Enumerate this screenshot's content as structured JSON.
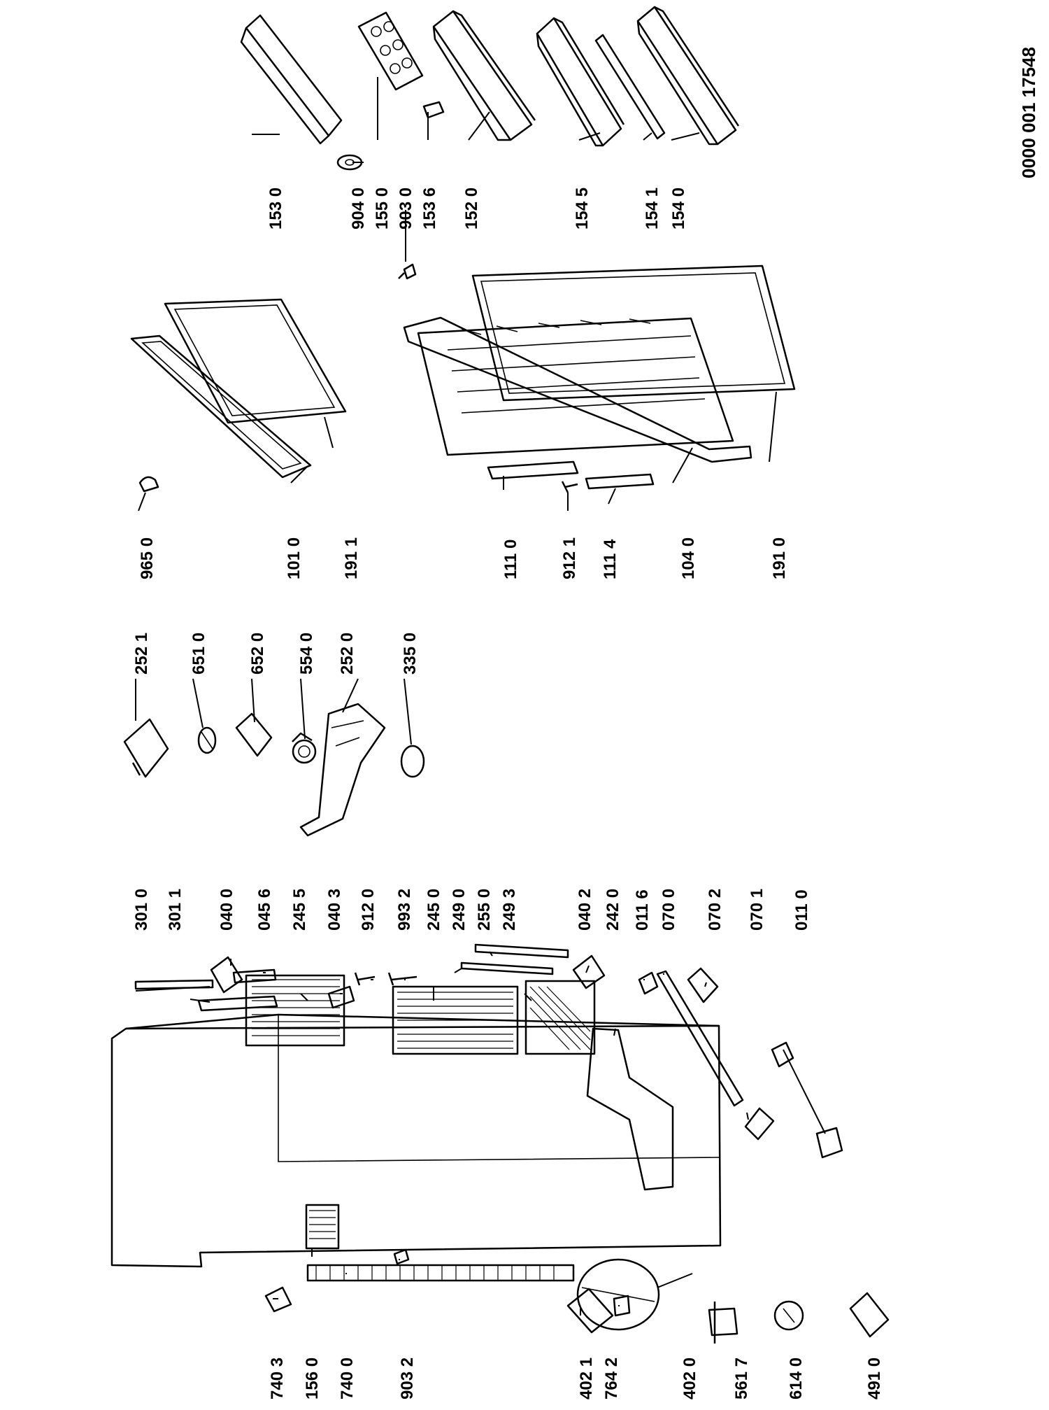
{
  "document_number": "0000 001 17548",
  "callouts": [
    {
      "id": "c-1530",
      "text": "153 0"
    },
    {
      "id": "c-9040",
      "text": "904 0"
    },
    {
      "id": "c-1550",
      "text": "155 0"
    },
    {
      "id": "c-9030",
      "text": "903 0"
    },
    {
      "id": "c-1536",
      "text": "153 6"
    },
    {
      "id": "c-1520",
      "text": "152 0"
    },
    {
      "id": "c-1545",
      "text": "154 5"
    },
    {
      "id": "c-1541",
      "text": "154 1"
    },
    {
      "id": "c-1540",
      "text": "154 0"
    },
    {
      "id": "c-9650",
      "text": "965 0"
    },
    {
      "id": "c-1010",
      "text": "101 0"
    },
    {
      "id": "c-1911",
      "text": "191 1"
    },
    {
      "id": "c-1110",
      "text": "111 0"
    },
    {
      "id": "c-9121",
      "text": "912 1"
    },
    {
      "id": "c-1114",
      "text": "111 4"
    },
    {
      "id": "c-1040",
      "text": "104 0"
    },
    {
      "id": "c-1910",
      "text": "191 0"
    },
    {
      "id": "c-2521",
      "text": "252 1"
    },
    {
      "id": "c-6510",
      "text": "651 0"
    },
    {
      "id": "c-6520",
      "text": "652 0"
    },
    {
      "id": "c-5540",
      "text": "554 0"
    },
    {
      "id": "c-2520",
      "text": "252 0"
    },
    {
      "id": "c-3350",
      "text": "335 0"
    },
    {
      "id": "c-3010",
      "text": "301 0"
    },
    {
      "id": "c-3011",
      "text": "301 1"
    },
    {
      "id": "c-0400",
      "text": "040 0"
    },
    {
      "id": "c-0456",
      "text": "045 6"
    },
    {
      "id": "c-2455",
      "text": "245 5"
    },
    {
      "id": "c-0403",
      "text": "040 3"
    },
    {
      "id": "c-9120",
      "text": "912 0"
    },
    {
      "id": "c-9932",
      "text": "993 2"
    },
    {
      "id": "c-2450",
      "text": "245 0"
    },
    {
      "id": "c-2490",
      "text": "249 0"
    },
    {
      "id": "c-2550",
      "text": "255 0"
    },
    {
      "id": "c-2493",
      "text": "249 3"
    },
    {
      "id": "c-0402",
      "text": "040 2"
    },
    {
      "id": "c-2420",
      "text": "242 0"
    },
    {
      "id": "c-0116",
      "text": "011 6"
    },
    {
      "id": "c-0700",
      "text": "070 0"
    },
    {
      "id": "c-0702",
      "text": "070 2"
    },
    {
      "id": "c-0701",
      "text": "070 1"
    },
    {
      "id": "c-0110",
      "text": "011 0"
    },
    {
      "id": "c-7403",
      "text": "740 3"
    },
    {
      "id": "c-1560",
      "text": "156 0"
    },
    {
      "id": "c-7400",
      "text": "740 0"
    },
    {
      "id": "c-9032",
      "text": "903 2"
    },
    {
      "id": "c-4021",
      "text": "402 1"
    },
    {
      "id": "c-7642",
      "text": "764 2"
    },
    {
      "id": "c-4020",
      "text": "402 0"
    },
    {
      "id": "c-5617",
      "text": "561 7"
    },
    {
      "id": "c-6140",
      "text": "614 0"
    },
    {
      "id": "c-4910",
      "text": "491 0"
    }
  ]
}
